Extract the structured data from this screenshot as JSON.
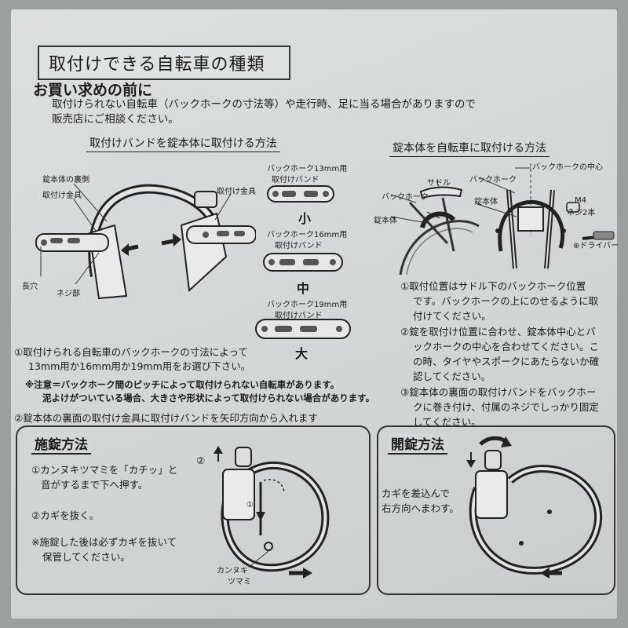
{
  "header": {
    "title": "取付けできる自転車の種類",
    "subtitle": "お買い求めの前に",
    "intro_line1": "取付けられない自転車（バックホークの寸法等）や走行時、足に当る場合がありますので",
    "intro_line2": "販売店にご相談ください。"
  },
  "left_section": {
    "heading": "取付けバンドを錠本体に取付ける方法",
    "labels": {
      "back_side": "錠本体の裏側",
      "bracket": "取付け金具",
      "bracket_right": "取付け金具",
      "slot": "長穴",
      "screw": "ネジ部"
    },
    "bands": [
      {
        "label1": "バックホーク13mm用",
        "label2": "取付けバンド",
        "size": "小"
      },
      {
        "label1": "バックホーク16mm用",
        "label2": "取付けバンド",
        "size": "中"
      },
      {
        "label1": "バックホーク19mm用",
        "label2": "取付けバンド",
        "size": "大"
      }
    ],
    "note1_line1": "①取付けられる自転車のバックホークの寸法によって",
    "note1_line2": "13mm用か16mm用か19mm用をお選び下さい。",
    "caution_line1": "※注意＝バックホーク間のピッチによって取付けられない自転車があります。",
    "caution_line2": "泥よけがついている場合、大きさや形状によって取付けられない場合があります。",
    "note2": "②錠本体の裏面の取付け金具に取付けバンドを矢印方向から入れます"
  },
  "right_section": {
    "heading": "錠本体を自転車に取付ける方法",
    "labels": {
      "backhawk_center": "バックホークの中心",
      "saddle": "サドル",
      "backhawk_a": "バックホーク",
      "backhawk_b": "バックホーク",
      "lock_body_a": "錠本体",
      "lock_body_b": "錠本体",
      "m4": "M4",
      "screw2": "ネジ2本",
      "driver": "⊕ドライバー"
    },
    "step1_line1": "①取付位置はサドル下のバックホーク位置",
    "step1_line2": "です。バックホークの上にのせるように取",
    "step1_line3": "付けてください。",
    "step2_line1": "②錠を取付け位置に合わせ、錠本体中心とバ",
    "step2_line2": "ックホークの中心を合わせてください。こ",
    "step2_line3": "の時、タイヤやスポークにあたらないか確",
    "step2_line4": "認してください。",
    "step3_line1": "③錠本体の裏面の取付けバンドをバックホー",
    "step3_line2": "クに巻き付け、付属のネジでしっかり固定",
    "step3_line3": "してください。"
  },
  "lock_panel": {
    "title": "施錠方法",
    "step1_line1": "①カンヌキツマミを「カチッ」と",
    "step1_line2": "音がするまで下へ押す。",
    "step2": "②カギを抜く。",
    "note_line1": "※施錠した後は必ずカギを抜いて",
    "note_line2": "保管してください。",
    "marker_2": "②",
    "marker_1": "①",
    "label_bolt1": "カンヌキ",
    "label_bolt2": "ツマミ"
  },
  "unlock_panel": {
    "title": "開錠方法",
    "text_line1": "カギを差込んで",
    "text_line2": "右方向へまわす。"
  }
}
